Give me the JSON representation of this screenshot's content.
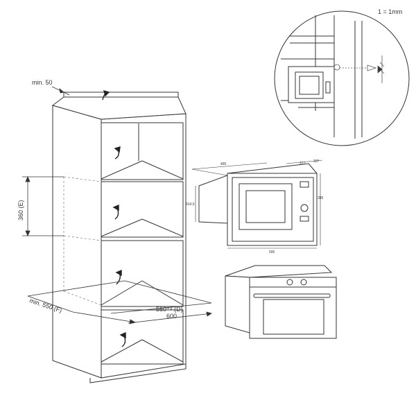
{
  "scale_note": "1 = 1mm",
  "cabinet": {
    "min_top_gap": "min. 50",
    "niche_height": "360 (E)",
    "depth_min": "min. 550 (F)",
    "depth_inner": "560⁺⁴ (D)",
    "width": "600"
  },
  "microwave": {
    "dim_width": "490",
    "dim_depth_a": "317",
    "dim_depth_b": "337",
    "dim_height_body": "314,5",
    "dim_height_front": "385",
    "dim_front_width": "595"
  },
  "colors": {
    "line": "#333333",
    "dashed": "#888888",
    "arrow": "#222222"
  }
}
